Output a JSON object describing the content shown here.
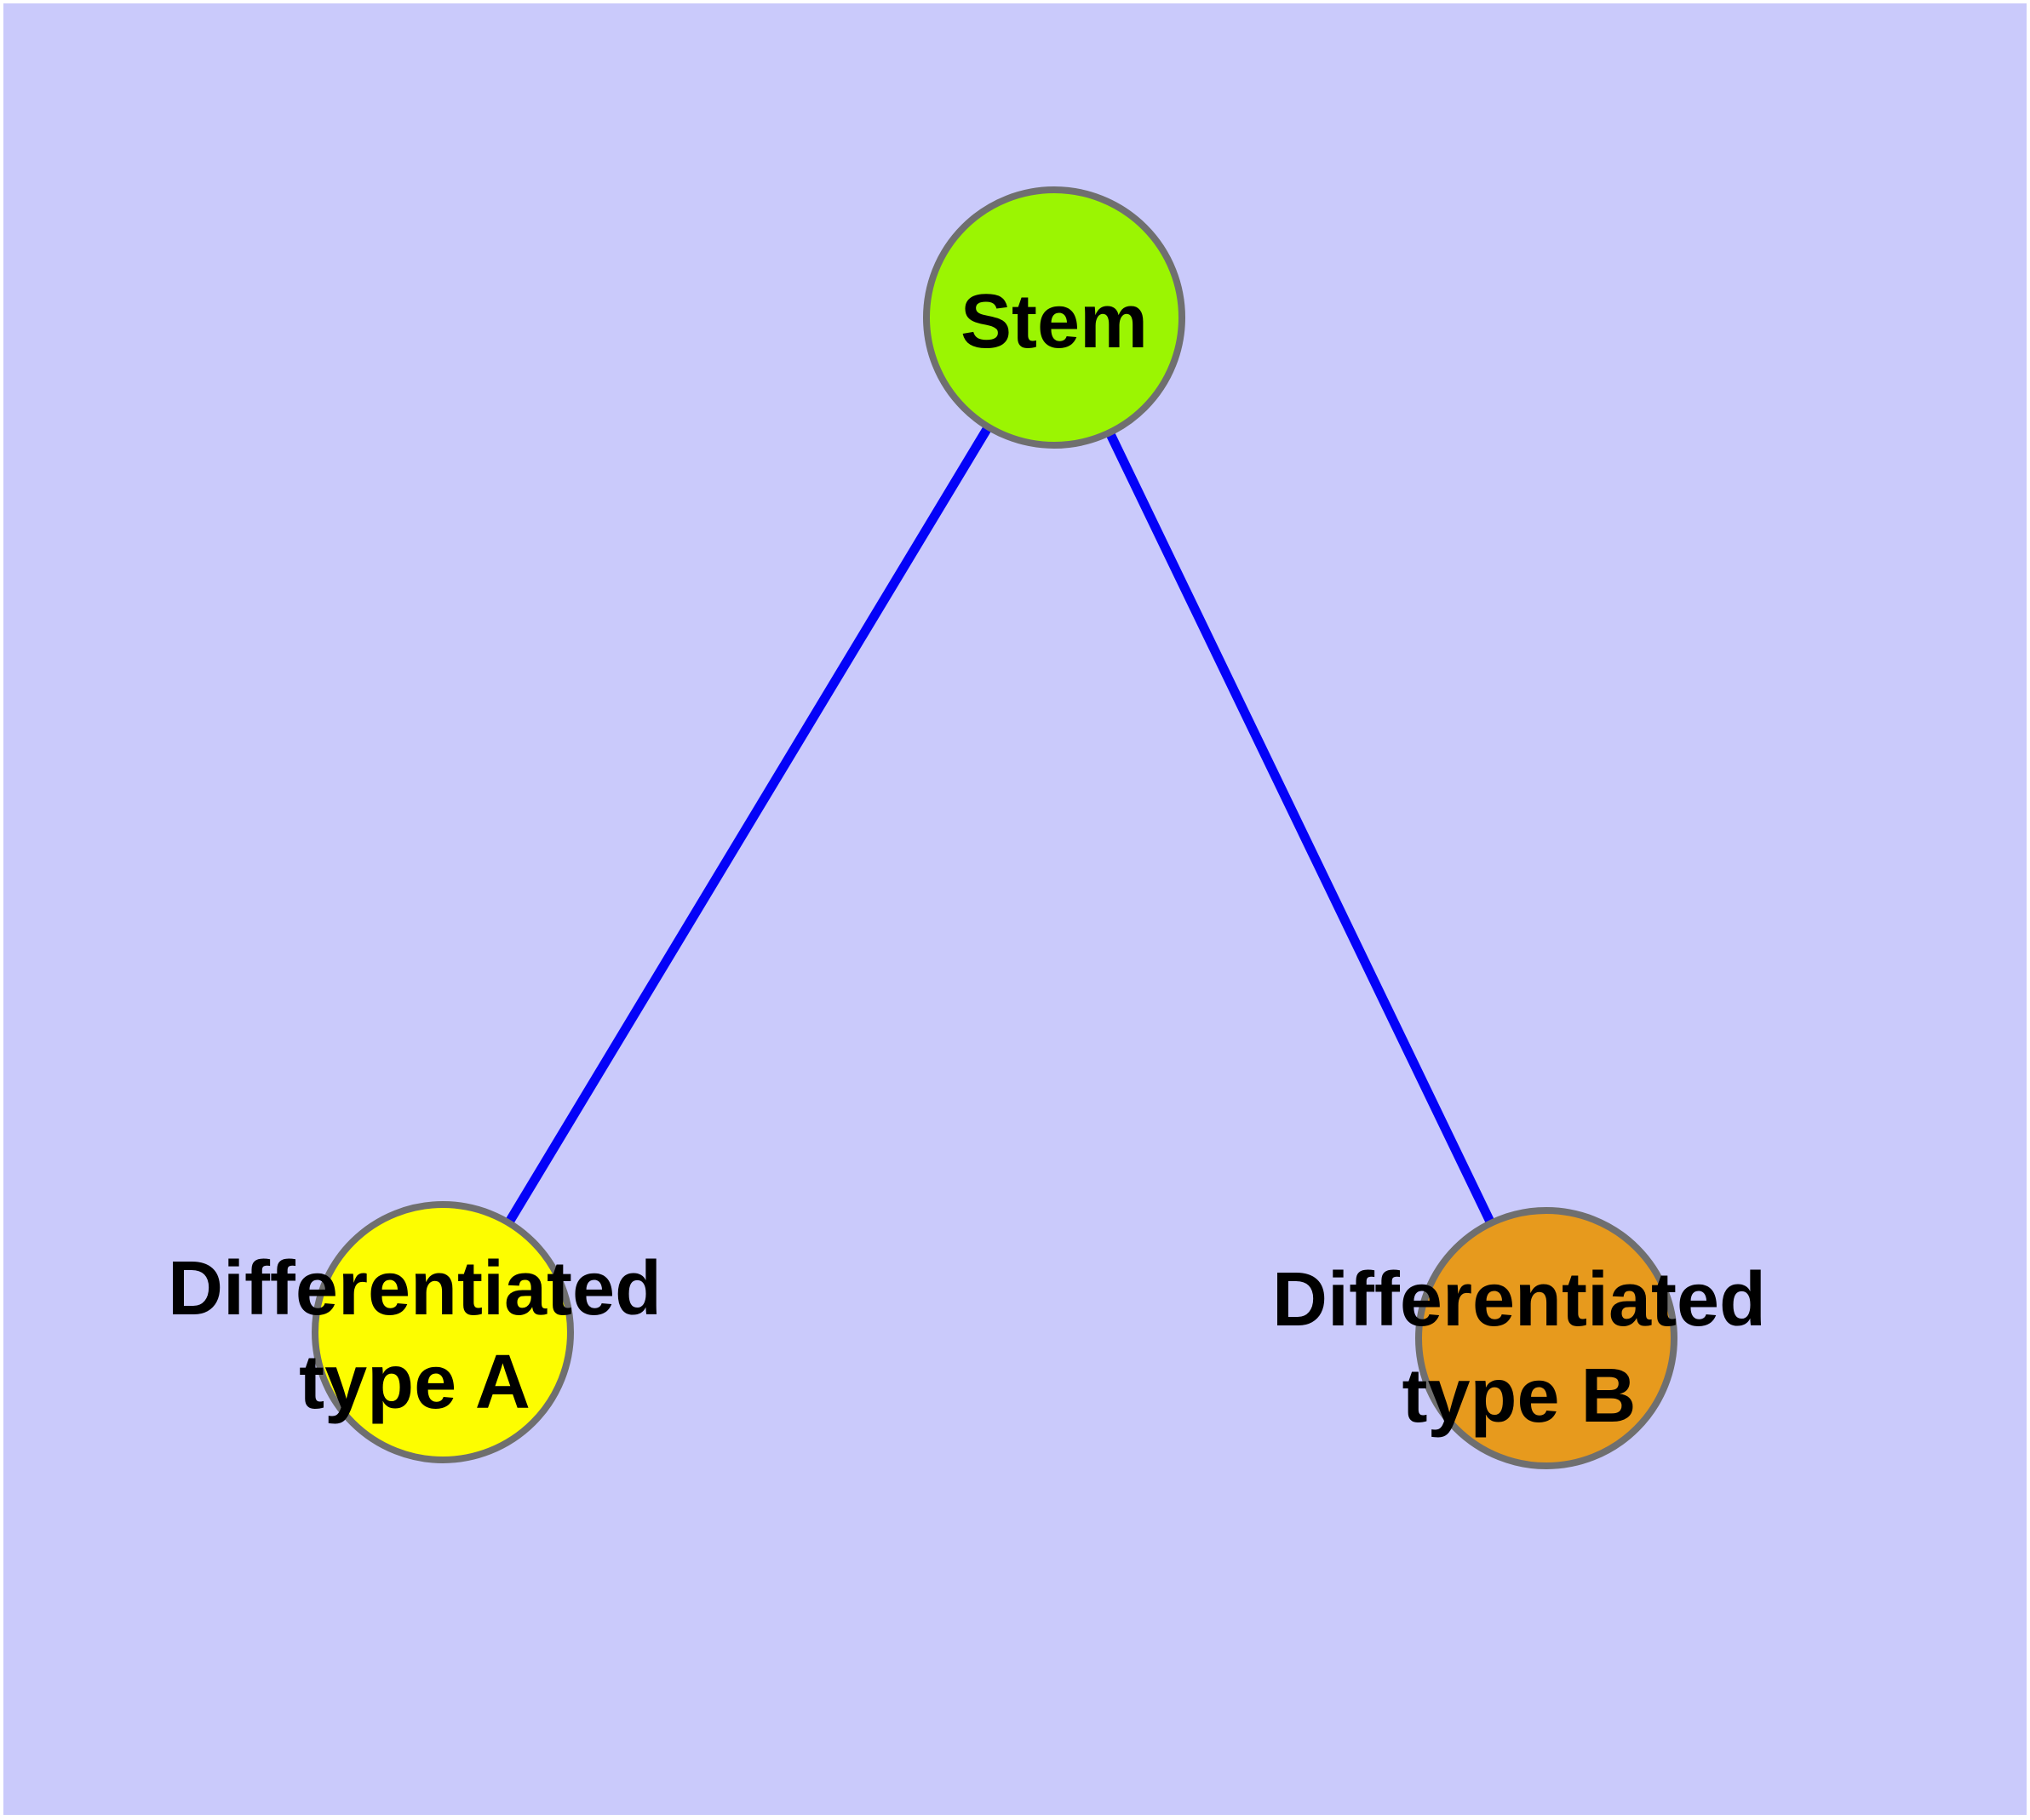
{
  "canvas": {
    "background": "#CACAFB",
    "frame": "#FFFFFF"
  },
  "edges": {
    "color": "#0402F8",
    "items": [
      {
        "from": "stem",
        "to": "differentiated-type-a"
      },
      {
        "from": "stem",
        "to": "differentiated-type-b"
      }
    ]
  },
  "nodes": {
    "stem": {
      "label": "Stem",
      "fill": "#9BF502",
      "stroke": "#6F6F6F"
    },
    "type_a": {
      "label_line1": "Differentiated",
      "label_line2": "type A",
      "fill": "#FDFD00",
      "stroke": "#6F6F6F"
    },
    "type_b": {
      "label_line1": "Differentiated",
      "label_line2": "type B",
      "fill": "#E79A1D",
      "stroke": "#6F6F6F"
    }
  }
}
